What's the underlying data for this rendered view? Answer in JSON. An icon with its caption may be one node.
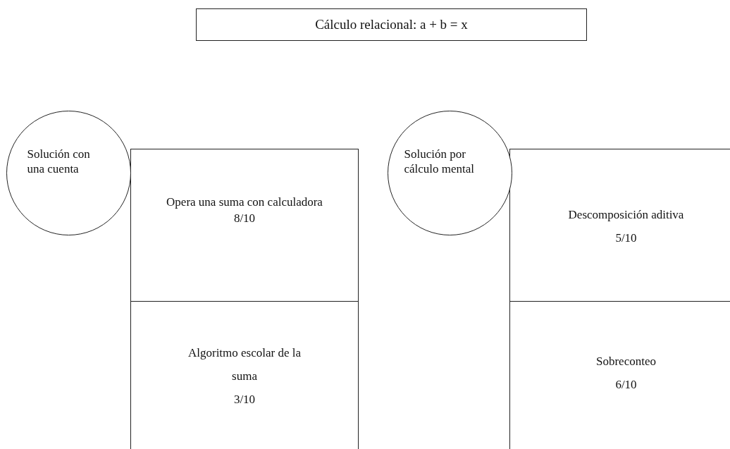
{
  "diagram": {
    "title": "Cálculo relacional: a + b = x",
    "nodes": [
      {
        "text": [
          "Solución con una cuenta"
        ]
      },
      {
        "text": [
          "Opera una suma con calculadora",
          "8/10"
        ]
      },
      {
        "text": [
          "Algoritmo escolar de la suma",
          "3/10"
        ]
      },
      {
        "text": [
          "Solución por cálculo mental"
        ]
      },
      {
        "text": [
          "Descomposición aditiva",
          "5/10"
        ]
      },
      {
        "text": [
          "Sobreconteo",
          "6/10"
        ]
      }
    ]
  }
}
